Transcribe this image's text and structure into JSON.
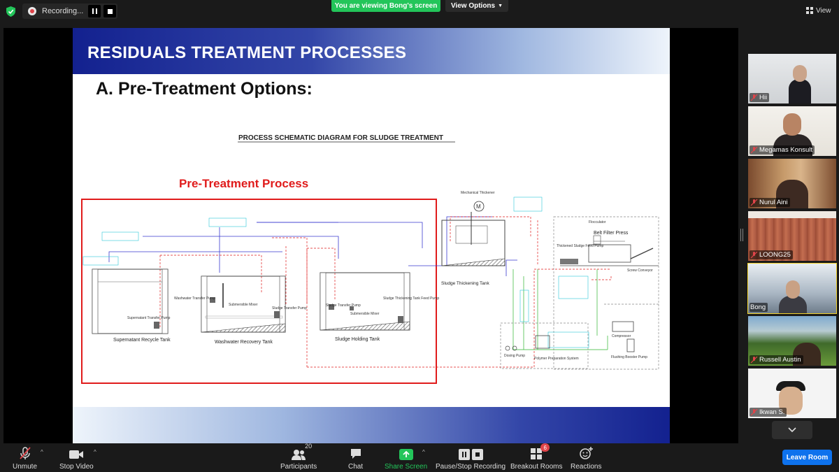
{
  "topbar": {
    "recording_label": "Recording...",
    "viewing_banner": "You are viewing Bong's screen",
    "view_options_label": "View Options",
    "view_label": "View"
  },
  "slide": {
    "title": "RESIDUALS TREATMENT PROCESSES",
    "subtitle": "A. Pre-Treatment Options:",
    "diagram_heading": "PROCESS SCHEMATIC DIAGRAM FOR SLUDGE TREATMENT",
    "pretreatment_label": "Pre-Treatment Process",
    "labels": {
      "mechanical_thickener": "Mechanical Thickener",
      "belt_filter_press": "Belt Filter Press",
      "flocculator": "Flocculator",
      "thickened_sludge_feed_pump": "Thickened Sludge Feed Pump",
      "screw_conveyor": "Screw Conveyor",
      "sludge_thickening_tank": "Sludge Thickening Tank",
      "washwater_transfer_pump": "Washwater Transfer Pump",
      "submersible_mixer_1": "Submersible Mixer",
      "sludge_transfer_pump": "Sludge Transfer Pump",
      "submersible_mixer_2": "Submersible Mixer",
      "sludge_thickening_feed_pump": "Sludge Thickening Tank Feed Pump",
      "supernatant_transfer_pump": "Supernatant Transfer Pump",
      "supernatant_recycle_tank": "Supernatant Recycle Tank",
      "washwater_recovery_tank": "Washwater Recovery Tank",
      "sludge_holding_tank": "Sludge Holding Tank",
      "dosing_pump": "Dosing Pump",
      "polymer_preparation_system": "Polymer Preparation System",
      "compressor": "Compressor",
      "flushing_booster_pump": "Flushing Booster Pump"
    }
  },
  "participants": [
    {
      "name": "Hii",
      "muted": true
    },
    {
      "name": "Megamas Konsult",
      "muted": true
    },
    {
      "name": "Nurul Aini",
      "muted": true
    },
    {
      "name": "LOONG25",
      "muted": true
    },
    {
      "name": "Bong",
      "muted": false,
      "active": true
    },
    {
      "name": "Russell Austin",
      "muted": true
    },
    {
      "name": "Ikwan S.",
      "muted": true
    }
  ],
  "toolbar": {
    "unmute": "Unmute",
    "stop_video": "Stop Video",
    "participants": "Participants",
    "participant_count": "20",
    "chat": "Chat",
    "share_screen": "Share Screen",
    "pause_stop_recording": "Pause/Stop Recording",
    "breakout_rooms": "Breakout Rooms",
    "breakout_badge": "6",
    "reactions": "Reactions",
    "leave_room": "Leave Room"
  },
  "colors": {
    "accent_green": "#23c55a",
    "leave_blue": "#0e72ed",
    "highlight_red": "#e01b1b",
    "active_tile": "#f2d22e",
    "slide_navy": "#13218f"
  }
}
